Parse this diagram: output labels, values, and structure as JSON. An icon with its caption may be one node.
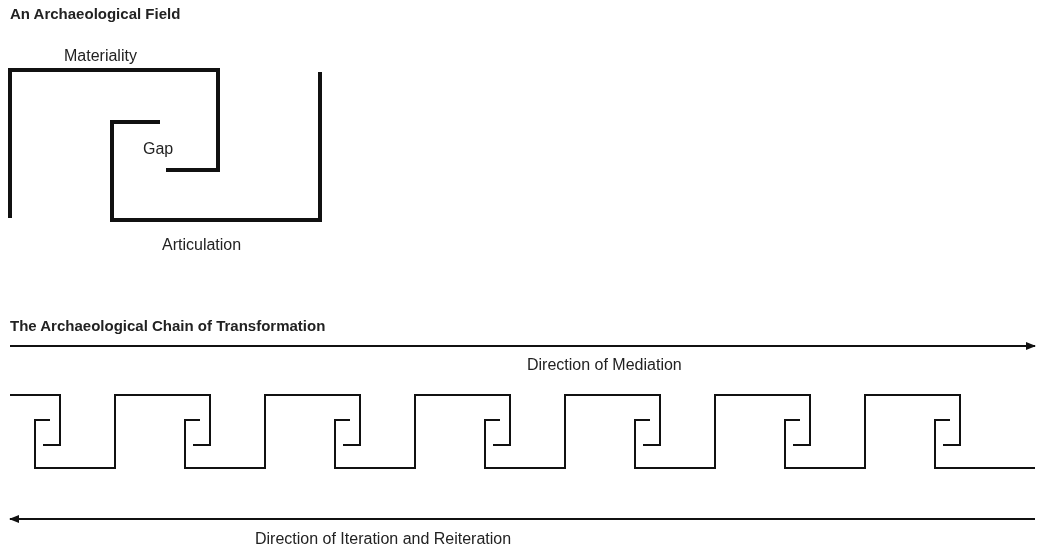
{
  "diagram": {
    "labels": [
      "An Archaeological Field",
      "Materiality",
      "Gap",
      "Articulation",
      "The Archaeological Chain of Transformation",
      "Direction of Mediation",
      "Direction of Iteration and Reiteration"
    ]
  }
}
